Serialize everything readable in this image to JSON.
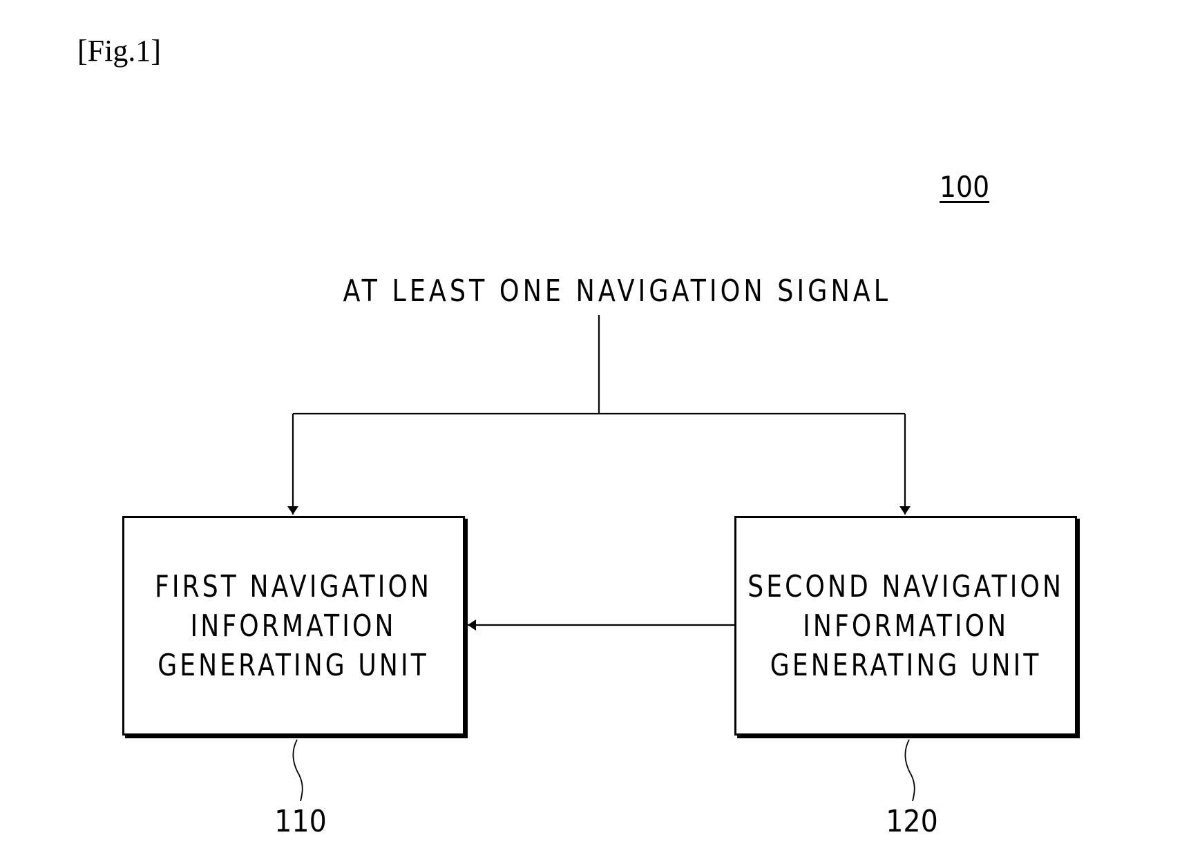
{
  "figure_label": "[Fig.1]",
  "system_ref": "100",
  "input_signal": "AT LEAST ONE NAVIGATION SIGNAL",
  "units": [
    {
      "ref": "110",
      "lines": [
        "FIRST NAVIGATION",
        "INFORMATION",
        "GENERATING UNIT"
      ]
    },
    {
      "ref": "120",
      "lines": [
        "SECOND NAVIGATION",
        "INFORMATION",
        "GENERATING UNIT"
      ]
    }
  ],
  "connections": [
    {
      "from": "input_signal",
      "to": "110"
    },
    {
      "from": "input_signal",
      "to": "120"
    },
    {
      "from": "120",
      "to": "110"
    }
  ]
}
